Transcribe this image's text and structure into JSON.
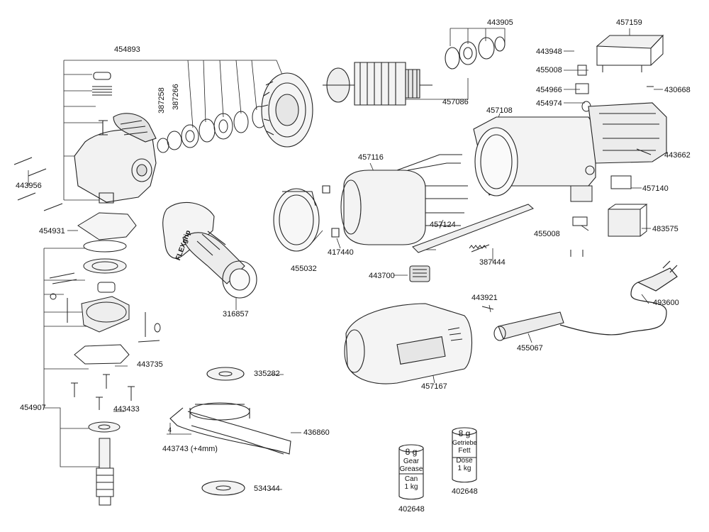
{
  "diagram": {
    "parts": {
      "p454893": "454893",
      "p443905": "443905",
      "p457159": "457159",
      "p443948": "443948",
      "p455008a": "455008",
      "p387258": "387258",
      "p387266": "387266",
      "p457086": "457086",
      "p454966": "454966",
      "p430668": "430668",
      "p454974": "454974",
      "p457108": "457108",
      "p443662": "443662",
      "p443956": "443956",
      "p457116": "457116",
      "p457140": "457140",
      "p454931": "454931",
      "p457124": "457124",
      "p455008b": "455008",
      "p483575": "483575",
      "p417440": "417440",
      "p455032": "455032",
      "p387444": "387444",
      "p443700": "443700",
      "p316857": "316857",
      "p443921": "443921",
      "p493600": "493600",
      "p455067": "455067",
      "p443735": "443735",
      "p335282": "335282",
      "p457167": "457167",
      "p454907": "454907",
      "p443433": "443433",
      "p436860": "436860",
      "p443743": "443743 (+4mm)",
      "p534344": "534344",
      "p402648a": "402648",
      "p402648b": "402648"
    },
    "gap_mark": "4",
    "handle_brand": "FLEXgrip",
    "grease_can_1": {
      "weight": "8 g",
      "name_1": "Gear",
      "name_2": "Grease",
      "size_1": "Can",
      "size_2": "1 kg"
    },
    "grease_can_2": {
      "weight": "8 g",
      "name_1": "Getriebe",
      "name_2": "Fett",
      "size_1": "Dose",
      "size_2": "1 kg"
    }
  }
}
